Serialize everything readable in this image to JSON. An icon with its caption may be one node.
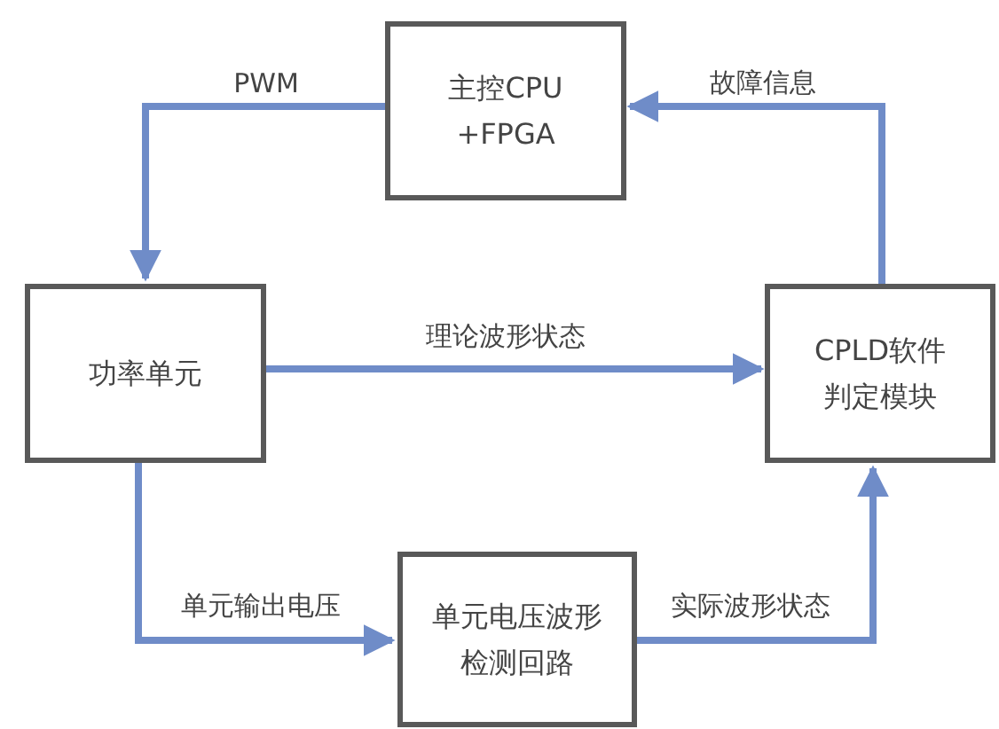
{
  "diagram": {
    "nodes": [
      {
        "text": [
          "主控CPU +FPGA"
        ]
      },
      {
        "text": [
          "功率单元"
        ]
      },
      {
        "text": [
          "CPLD软件判定模块"
        ]
      },
      {
        "text": [
          "单元电压波形检测回路"
        ]
      }
    ],
    "edges": [
      {
        "from": 0,
        "to": 1,
        "arrow": "to",
        "label": "PWM"
      },
      {
        "from": 2,
        "to": 0,
        "arrow": "to",
        "label": "故障信息"
      },
      {
        "from": 1,
        "to": 2,
        "arrow": "to",
        "label": "理论波形状态"
      },
      {
        "from": 1,
        "to": 3,
        "arrow": "to",
        "label": "单元输出电压"
      },
      {
        "from": 3,
        "to": 2,
        "arrow": "to",
        "label": "实际波形状态"
      }
    ]
  }
}
